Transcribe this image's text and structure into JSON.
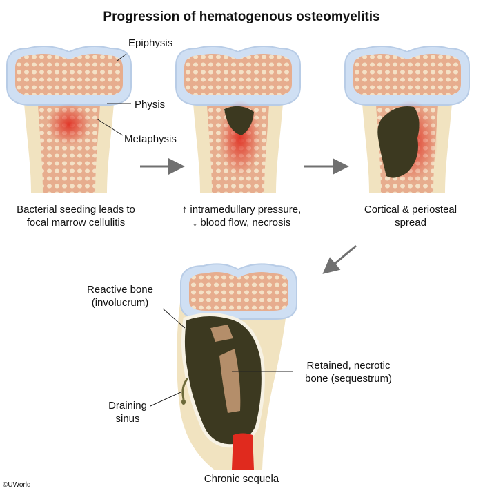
{
  "title": "Progression of hematogenous osteomyelitis",
  "stages": [
    {
      "caption_line1": "Bacterial seeding leads to",
      "caption_line2": "focal marrow cellulitis"
    },
    {
      "caption_line1": "↑ intramedullary pressure,",
      "caption_line2": "↓ blood flow, necrosis"
    },
    {
      "caption_line1": "Cortical & periosteal",
      "caption_line2": "spread"
    },
    {
      "caption_line1": "Chronic sequela"
    }
  ],
  "labels": {
    "epiphysis": "Epiphysis",
    "physis": "Physis",
    "metaphysis": "Metaphysis",
    "involucrum_line1": "Reactive bone",
    "involucrum_line2": "(involucrum)",
    "sequestrum_line1": "Retained, necrotic",
    "sequestrum_line2": "bone (sequestrum)",
    "sinus_line1": "Draining",
    "sinus_line2": "sinus"
  },
  "copyright": "©UWorld",
  "colors": {
    "cortex": "#f1e3c0",
    "marrow": "#e0a184",
    "cartilage": "#cfdff3",
    "infection": "#e02a1e",
    "pus": "#3c3920",
    "arrow": "#707070"
  }
}
